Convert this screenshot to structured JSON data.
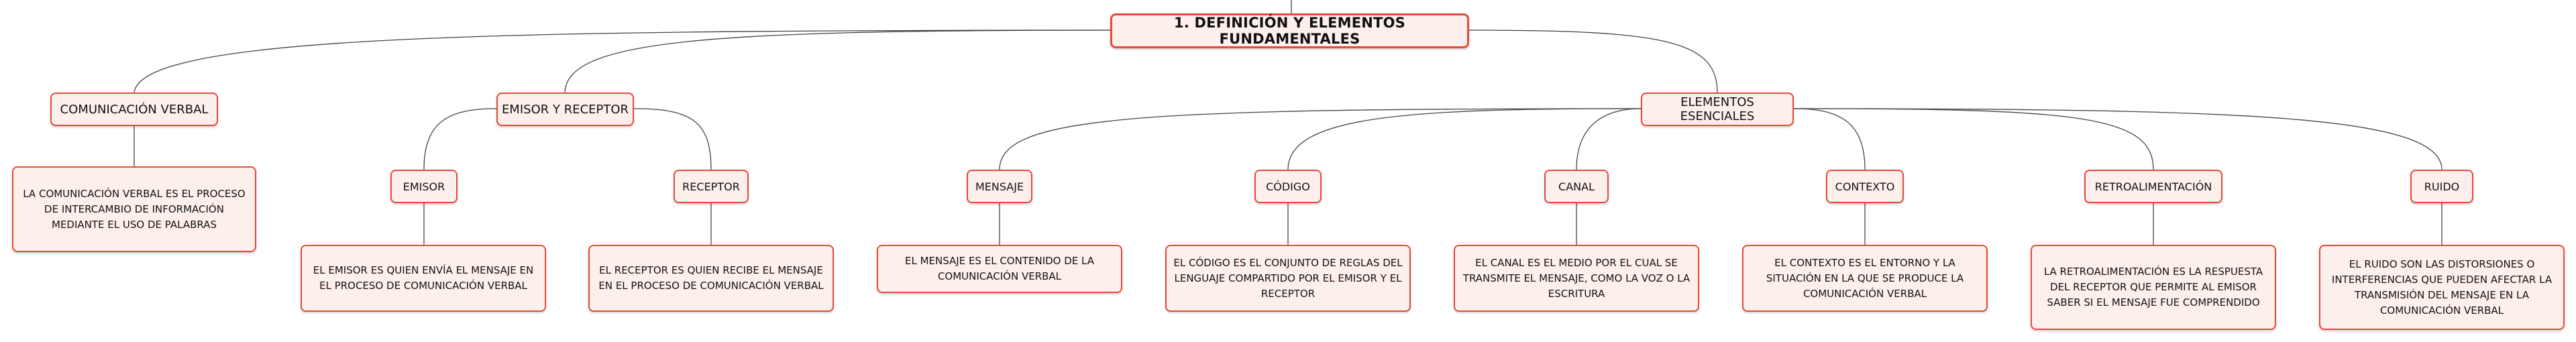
{
  "root": {
    "label": "1. DEFINICIÓN Y ELEMENTOS FUNDAMENTALES"
  },
  "comunicacion": {
    "label": "COMUNICACIÓN VERBAL",
    "desc": "LA COMUNICACIÓN VERBAL ES EL PROCESO DE INTERCAMBIO DE INFORMACIÓN MEDIANTE EL USO DE PALABRAS"
  },
  "emisor_receptor": {
    "label": "EMISOR Y RECEPTOR",
    "emisor": {
      "label": "EMISOR",
      "desc": "EL EMISOR ES QUIEN ENVÍA EL MENSAJE EN EL PROCESO DE COMUNICACIÓN VERBAL"
    },
    "receptor": {
      "label": "RECEPTOR",
      "desc": "EL RECEPTOR ES QUIEN RECIBE EL MENSAJE EN EL PROCESO DE COMUNICACIÓN VERBAL"
    }
  },
  "elementos": {
    "label": "ELEMENTOS ESENCIALES",
    "mensaje": {
      "label": "MENSAJE",
      "desc": "EL MENSAJE ES EL CONTENIDO DE LA COMUNICACIÓN VERBAL"
    },
    "codigo": {
      "label": "CÓDIGO",
      "desc": "EL CÓDIGO ES EL CONJUNTO DE REGLAS DEL LENGUAJE COMPARTIDO POR EL EMISOR Y EL RECEPTOR"
    },
    "canal": {
      "label": "CANAL",
      "desc": "EL CANAL ES EL MEDIO POR EL CUAL SE TRANSMITE EL MENSAJE, COMO LA VOZ O LA ESCRITURA"
    },
    "contexto": {
      "label": "CONTEXTO",
      "desc": "EL CONTEXTO ES EL ENTORNO Y LA SITUACIÓN EN LA QUE SE PRODUCE LA COMUNICACIÓN VERBAL"
    },
    "retro": {
      "label": "RETROALIMENTACIÓN",
      "desc": "LA RETROALIMENTACIÓN ES LA RESPUESTA DEL RECEPTOR QUE PERMITE AL EMISOR SABER SI EL MENSAJE FUE COMPRENDIDO"
    },
    "ruido": {
      "label": "RUIDO",
      "desc": "EL RUIDO SON LAS DISTORSIONES O INTERFERENCIAS QUE PUEDEN AFECTAR LA TRANSMISIÓN DEL MENSAJE EN LA COMUNICACIÓN VERBAL"
    }
  },
  "colors": {
    "border": "#e64a3b",
    "fill": "#fdf0ec",
    "line": "#444444"
  }
}
